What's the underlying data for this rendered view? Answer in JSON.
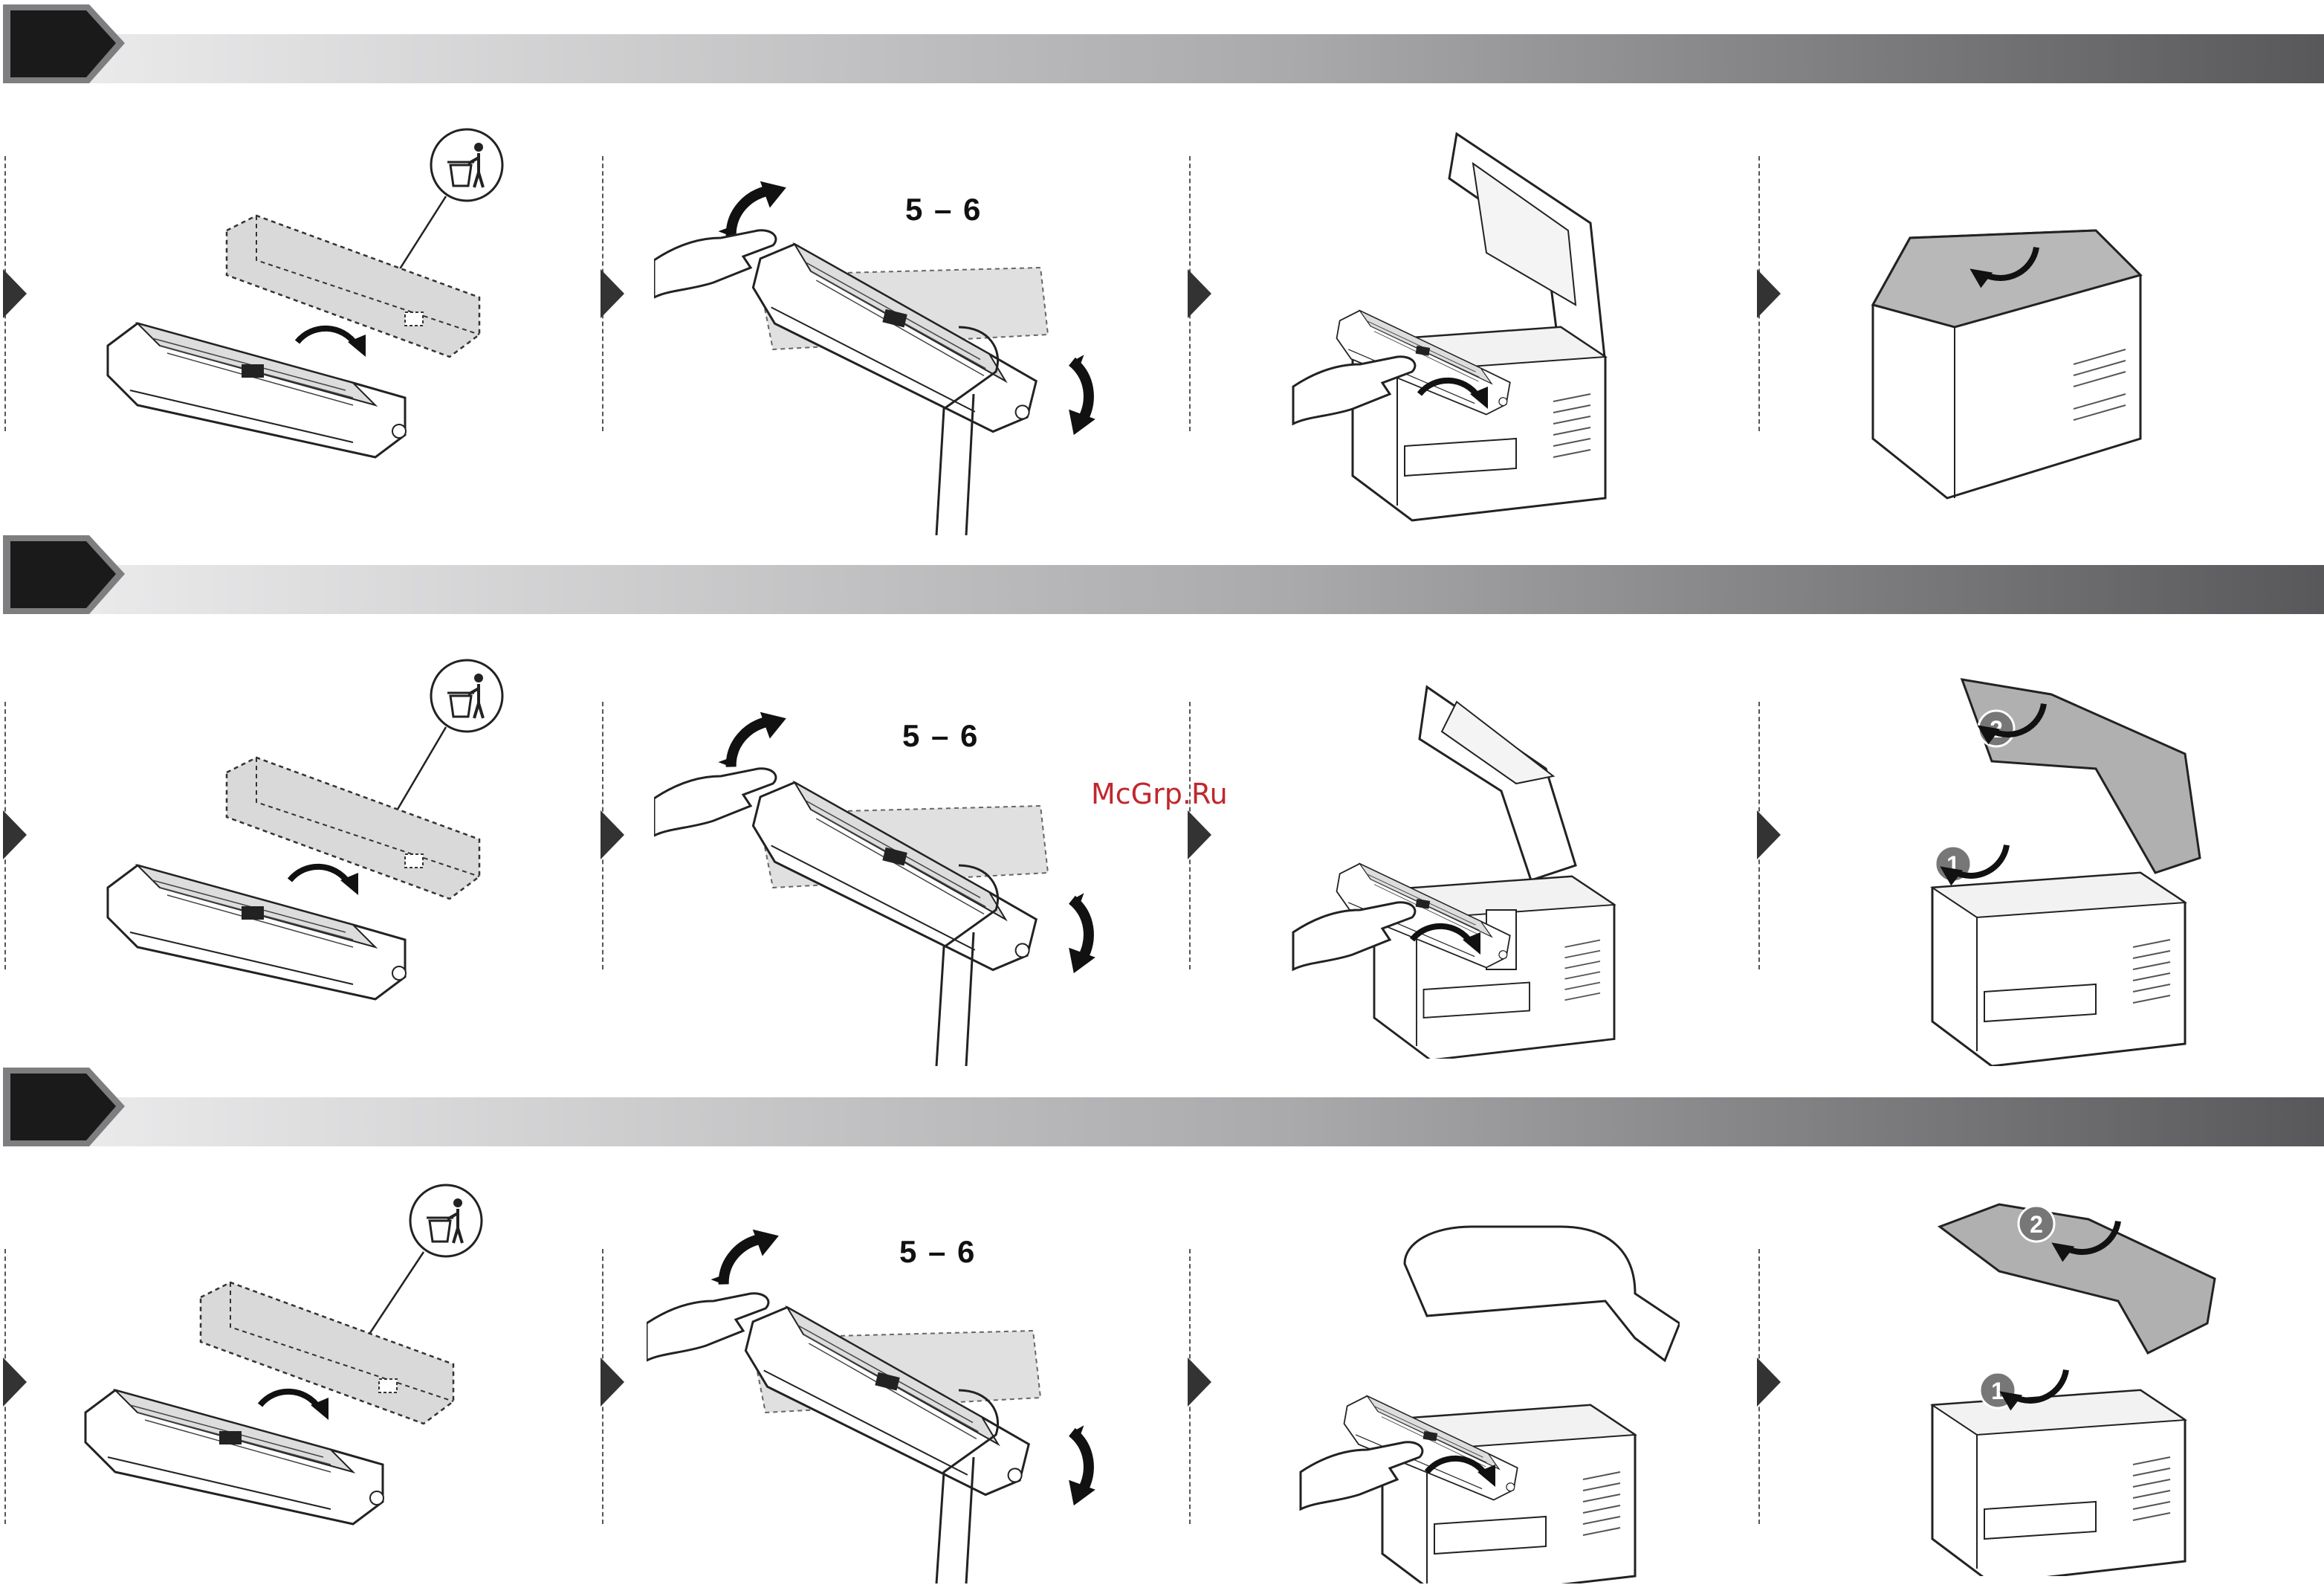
{
  "watermark": "McGrp.Ru",
  "colors": {
    "band_start": "#e6e6e7",
    "band_end": "#5d5d60",
    "tab": "#1a1a1a",
    "tab_border": "#808083",
    "line": "#222222"
  },
  "sections": [
    {
      "count_label": "5 – 6"
    },
    {
      "count_label": "5 – 6"
    },
    {
      "count_label": "5 – 6"
    }
  ]
}
